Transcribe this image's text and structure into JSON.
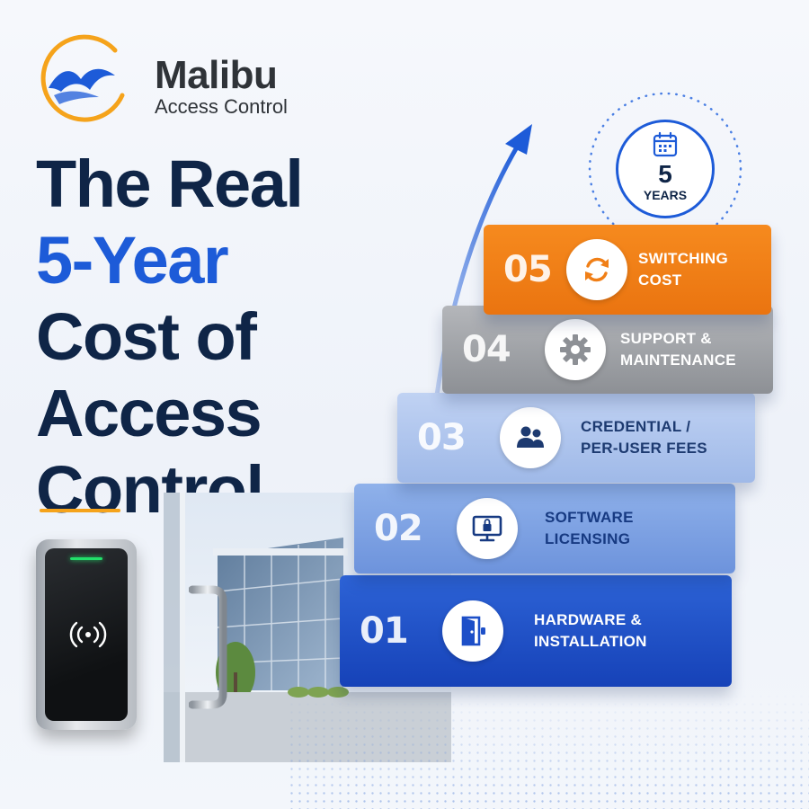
{
  "brand": {
    "name": "Malibu",
    "subtitle": "Access Control",
    "colors": {
      "primary": "#1d5bd8",
      "accent": "#f5a31b",
      "dark": "#0f2547"
    }
  },
  "headline": {
    "line1": "The Real",
    "line2": "5-Year",
    "line3": "Cost of",
    "line4": "Access",
    "line5": "Control"
  },
  "badge": {
    "number": "5",
    "unit": "YEARS",
    "icon": "calendar-icon"
  },
  "steps": [
    {
      "num": "01",
      "line1": "HARDWARE &",
      "line2": "INSTALLATION",
      "icon": "door-icon",
      "color": "#1d4fc8"
    },
    {
      "num": "02",
      "line1": "SOFTWARE",
      "line2": "LICENSING",
      "icon": "monitor-lock-icon",
      "color": "#7b9de0"
    },
    {
      "num": "03",
      "line1": "CREDENTIAL /",
      "line2": "PER-USER FEES",
      "icon": "users-icon",
      "color": "#afc6ee"
    },
    {
      "num": "04",
      "line1": "SUPPORT &",
      "line2": "MAINTENANCE",
      "icon": "gear-icon",
      "color": "#9fa2a7"
    },
    {
      "num": "05",
      "line1": "SWITCHING",
      "line2": "COST",
      "icon": "refresh-icon",
      "color": "#f07f17"
    }
  ]
}
